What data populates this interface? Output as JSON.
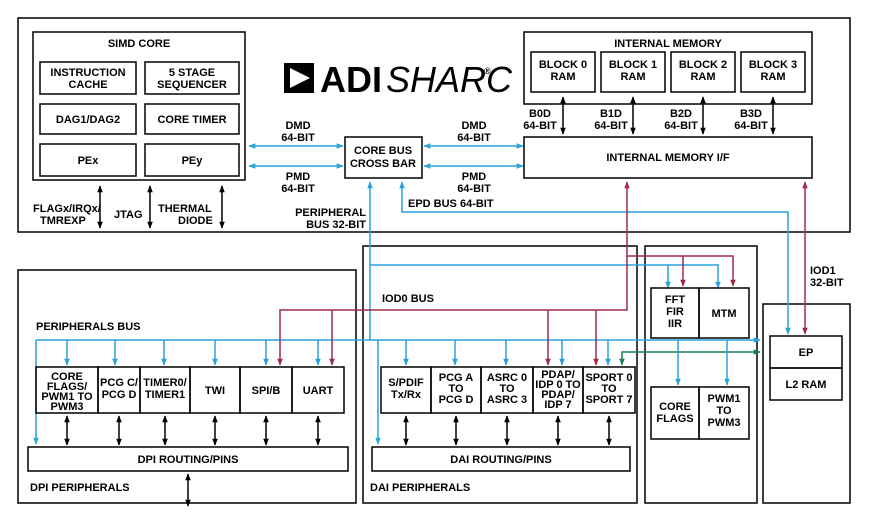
{
  "colors": {
    "blue": "#29a3dc",
    "red": "#a0284a",
    "green": "#1c7a5a",
    "black": "#000000"
  },
  "logo": {
    "brand": "ADI",
    "product": "SHARC",
    "mark": "®"
  },
  "simd": {
    "title": "SIMD CORE",
    "icache": [
      "INSTRUCTION",
      "CACHE"
    ],
    "seq": [
      "5 STAGE",
      "SEQUENCER"
    ],
    "dag": "DAG1/DAG2",
    "timer": "CORE TIMER",
    "pex": "PEx",
    "pey": "PEy"
  },
  "flags_label": [
    "FLAGx/IRQx/",
    "TMREXP"
  ],
  "jtag_label": "JTAG",
  "thermal_label": [
    "THERMAL",
    "DIODE"
  ],
  "crossbar": [
    "CORE BUS",
    "CROSS BAR"
  ],
  "bus_labels": {
    "dmd_left": [
      "DMD",
      "64-BIT"
    ],
    "pmd_left": [
      "PMD",
      "64-BIT"
    ],
    "dmd_right": [
      "DMD",
      "64-BIT"
    ],
    "pmd_right": [
      "PMD",
      "64-BIT"
    ],
    "epd": "EPD BUS 64-BIT",
    "peripheral": [
      "PERIPHERAL",
      "BUS 32-BIT"
    ],
    "iod0": "IOD0 BUS",
    "iod1": [
      "IOD1",
      "32-BIT"
    ],
    "periph_bus": "PERIPHERALS BUS"
  },
  "internal_memory": {
    "title": "INTERNAL MEMORY",
    "blocks": [
      [
        "BLOCK 0",
        "RAM"
      ],
      [
        "BLOCK 1",
        "RAM"
      ],
      [
        "BLOCK 2",
        "RAM"
      ],
      [
        "BLOCK 3",
        "RAM"
      ]
    ],
    "buses": [
      [
        "B0D",
        "64-BIT"
      ],
      [
        "B1D",
        "64-BIT"
      ],
      [
        "B2D",
        "64-BIT"
      ],
      [
        "B3D",
        "64-BIT"
      ]
    ],
    "if_label": "INTERNAL MEMORY I/F"
  },
  "dpi": {
    "blocks": [
      [
        "CORE",
        "FLAGS/",
        "PWM1 TO",
        "PWM3"
      ],
      [
        "PCG C/",
        "PCG D"
      ],
      [
        "TIMER0/",
        "TIMER1"
      ],
      [
        "TWI"
      ],
      [
        "SPI/B"
      ],
      [
        "UART"
      ]
    ],
    "routing": "DPI ROUTING/PINS",
    "section": "DPI PERIPHERALS"
  },
  "dai": {
    "blocks": [
      [
        "S/PDIF",
        "Tx/Rx"
      ],
      [
        "PCG A",
        "TO",
        "PCG D"
      ],
      [
        "ASRC 0",
        "TO",
        "ASRC 3"
      ],
      [
        "PDAP/",
        "IDP 0 TO",
        "PDAP/",
        "IDP 7"
      ],
      [
        "SPORT 0",
        "TO",
        "SPORT 7"
      ]
    ],
    "routing": "DAI ROUTING/PINS",
    "section": "DAI PERIPHERALS"
  },
  "fft": [
    "FFT",
    "FIR",
    "IIR"
  ],
  "mtm": "MTM",
  "core_flags": [
    "CORE",
    "FLAGS"
  ],
  "pwm": [
    "PWM1",
    "TO",
    "PWM3"
  ],
  "ep": "EP",
  "l2ram": "L2 RAM"
}
